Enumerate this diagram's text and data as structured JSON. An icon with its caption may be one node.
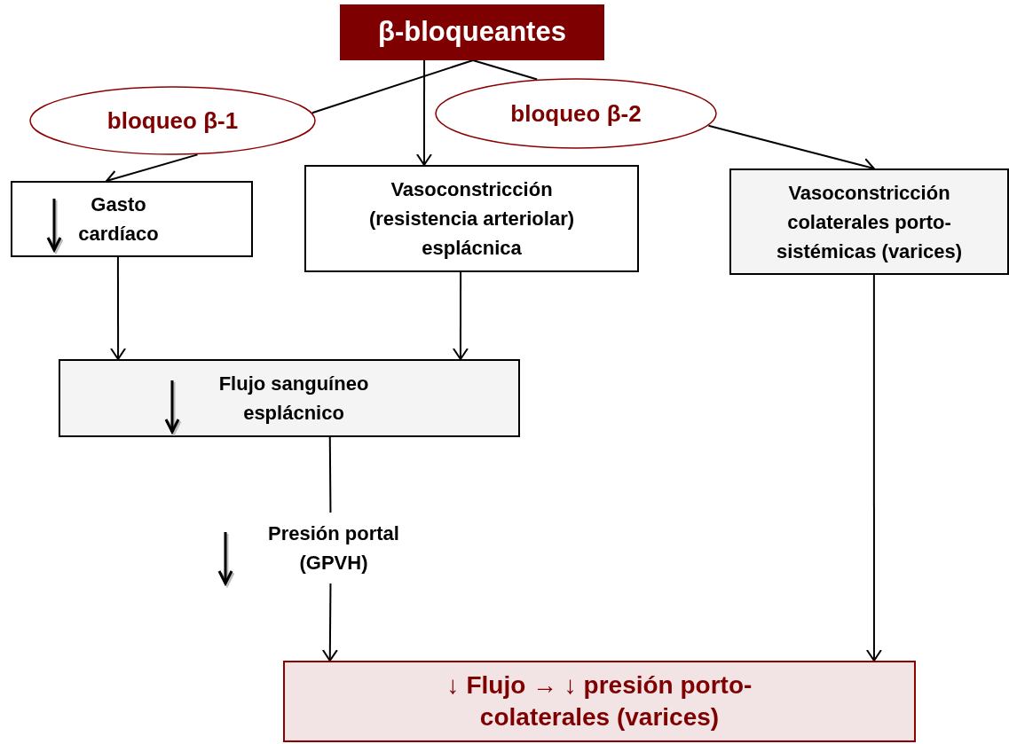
{
  "diagram": {
    "nodes": [
      {
        "text": [
          "β-bloqueantes"
        ]
      },
      {
        "text": [
          "bloqueo β-1"
        ]
      },
      {
        "text": [
          "bloqueo β-2"
        ]
      },
      {
        "text": [
          "Gasto cardíaco"
        ]
      },
      {
        "text": [
          "Vasoconstricción (resistencia arteriolar) esplácnica"
        ]
      },
      {
        "text": [
          "Vasoconstricción colaterales porto-sistémicas (varices)"
        ]
      },
      {
        "text": [
          "Flujo sanguíneo esplácnico"
        ]
      },
      {
        "text": [
          "Presión portal (GPVH)"
        ]
      },
      {
        "text": [
          "↓ Flujo → ↓ presión porto-colaterales (varices)"
        ]
      }
    ],
    "edges": [
      {
        "from": 0,
        "to": 1,
        "arrow": "none"
      },
      {
        "from": 1,
        "to": 3,
        "arrow": "to"
      },
      {
        "from": 0,
        "to": 2,
        "arrow": "none"
      },
      {
        "from": 2,
        "to": 5,
        "arrow": "to"
      },
      {
        "from": 0,
        "to": 4,
        "arrow": "to"
      },
      {
        "from": 3,
        "to": 6,
        "arrow": "to"
      },
      {
        "from": 4,
        "to": 6,
        "arrow": "to"
      },
      {
        "from": 6,
        "to": 7,
        "arrow": "none"
      },
      {
        "from": 7,
        "to": 8,
        "arrow": "to"
      },
      {
        "from": 5,
        "to": 8,
        "arrow": "to"
      }
    ]
  }
}
